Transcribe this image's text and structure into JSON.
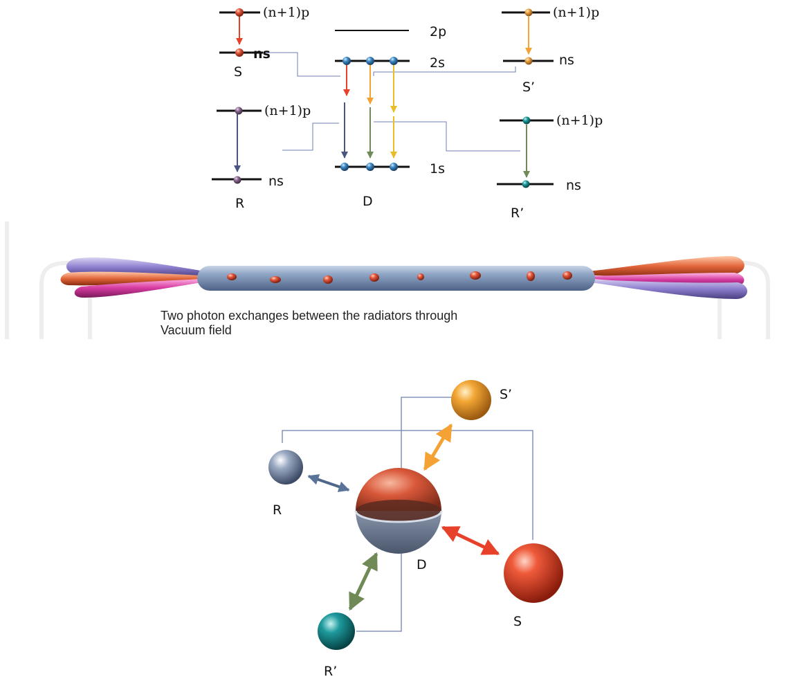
{
  "energy_diagram": {
    "S": {
      "name": "S",
      "upper": "(n+1)p",
      "lower": "ns"
    },
    "R": {
      "name": "R",
      "upper": "(n+1)p",
      "lower": "ns"
    },
    "S_prime": {
      "name": "S’",
      "upper": "(n+1)p",
      "lower": "ns"
    },
    "R_prime": {
      "name": "R’",
      "upper": "(n+1)p",
      "lower": "ns"
    },
    "D": {
      "name": "D",
      "level_2p": "2p",
      "level_2s": "2s",
      "level_1s": "1s"
    }
  },
  "caption": {
    "line1": "Two photon exchanges between the radiators through",
    "line2": " Vacuum field"
  },
  "sphere_diagram": {
    "S_prime": "S’",
    "R": "R",
    "D": "D",
    "S": "S",
    "R_prime": "R’"
  },
  "colors": {
    "red": "#e8412a",
    "orange": "#f4a234",
    "yellow": "#e9bd2a",
    "navy": "#4a5680",
    "green": "#6f8a57",
    "steel": "#6b82a6",
    "teal": "#1b8a8e",
    "connector": "#6f7fb0"
  }
}
